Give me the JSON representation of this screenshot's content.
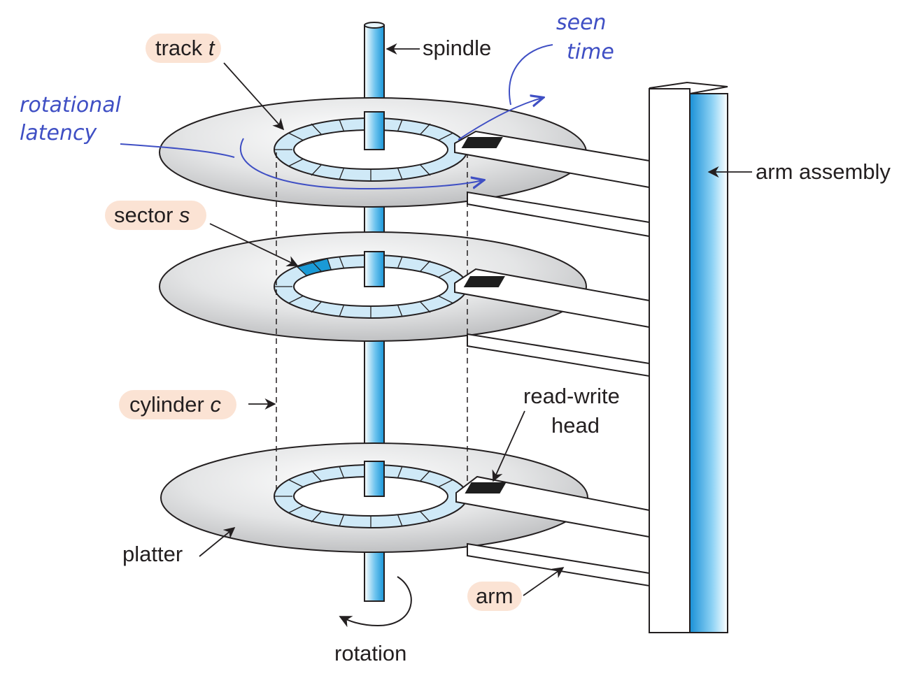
{
  "labels": {
    "track": "track",
    "track_var": "t",
    "spindle": "spindle",
    "sector": "sector",
    "sector_var": "s",
    "cylinder": "cylinder",
    "cylinder_var": "c",
    "read_write_head_line1": "read-write",
    "read_write_head_line2": "head",
    "platter": "platter",
    "arm": "arm",
    "arm_assembly": "arm assembly",
    "rotation": "rotation"
  },
  "annotations": {
    "seek_time_line1": "seen",
    "seek_time_line2": "time",
    "rotational_latency_line1": "rotational",
    "rotational_latency_line2": "latency"
  },
  "colors": {
    "spindle_blue": "#2aa3e0",
    "track_fill": "#cfe9f7",
    "sector_highlight": "#1a9ad6",
    "platter_gray": "#c9cacc",
    "label_highlight": "#fbe3d4",
    "ink_annotation": "#3f4fc4",
    "head_black": "#1e1e1e"
  }
}
